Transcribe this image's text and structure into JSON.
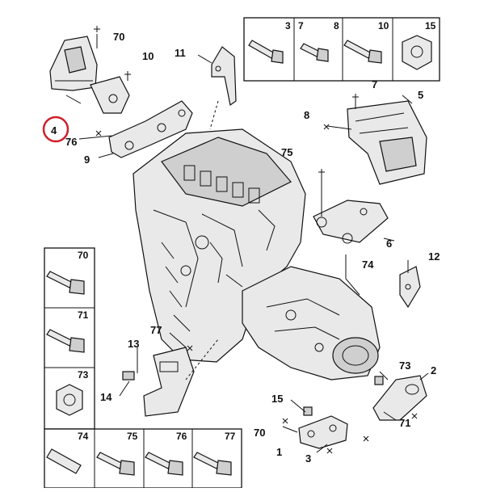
{
  "diagram": {
    "highlighted": "4",
    "highlight_color": "#d0202a",
    "callouts": {
      "c70a": "70",
      "c10a": "10",
      "c4": "4",
      "c76a": "76",
      "c9": "9",
      "c11": "11",
      "c7a": "7",
      "c5": "5",
      "c8a": "8",
      "c75a": "75",
      "c6": "6",
      "c74a": "74",
      "c12": "12",
      "c77a": "77",
      "c13": "13",
      "c14": "14",
      "c73a": "73",
      "c2": "2",
      "c15a": "15",
      "c70b": "70",
      "c1": "1",
      "c3a": "3",
      "c71a": "71"
    },
    "top_grid": {
      "cells": [
        "3",
        "7",
        "8",
        "10",
        "15"
      ]
    },
    "left_grid": {
      "cells": [
        "70",
        "71",
        "73"
      ]
    },
    "bottom_grid": {
      "cells": [
        "74",
        "75",
        "76",
        "77"
      ]
    }
  }
}
